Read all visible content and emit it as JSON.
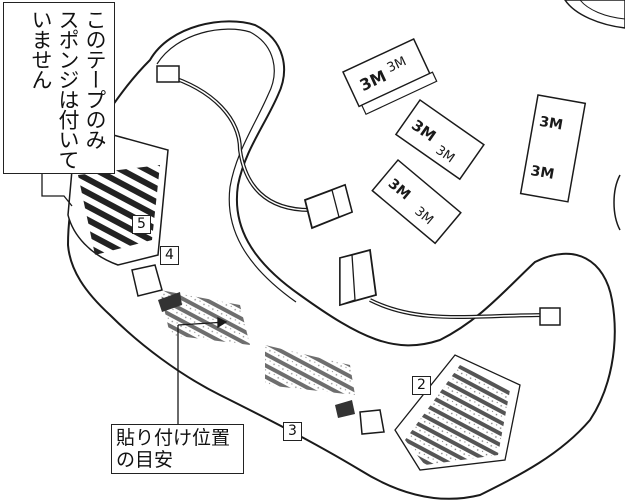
{
  "callouts": {
    "sponge_note_lines": [
      "このテープのみ",
      "スポンジは付いて",
      "いません"
    ],
    "position_note_lines": [
      "貼り付け位置",
      "の目安"
    ]
  },
  "step_numbers": [
    "2",
    "3",
    "4",
    "5"
  ],
  "tape_label": "3M",
  "colors": {
    "stroke": "#1a1a1a",
    "background": "#ffffff",
    "stripe": "#222222"
  }
}
